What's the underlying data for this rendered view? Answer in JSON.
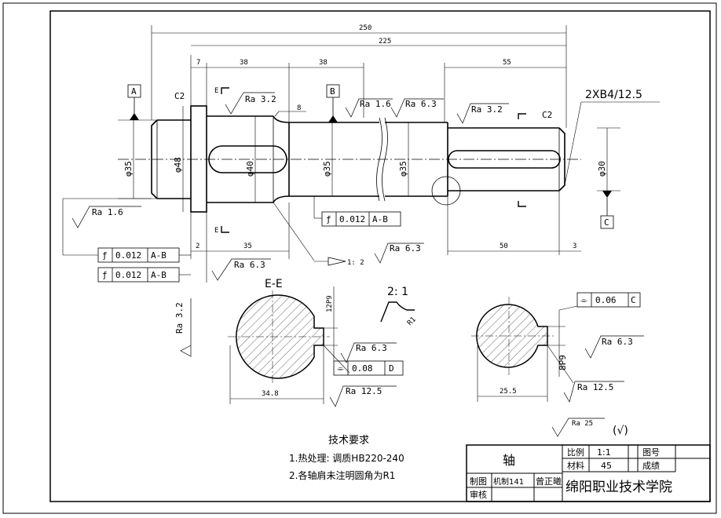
{
  "dims": {
    "d250": "250",
    "d225": "225",
    "d7": "7",
    "d38a": "38",
    "d38b": "38",
    "d55": "55",
    "d8": "8",
    "d35": "35",
    "d2": "2",
    "d50": "50",
    "d3": "3",
    "d34_8": "34.8",
    "d25_5": "25.5",
    "d12p9": "12P9",
    "d8p9": "8P9"
  },
  "diameters": {
    "phi35_left": "φ35",
    "phi48": "φ48",
    "phi40": "φ40",
    "phi35_mid": "φ35",
    "phi35_right": "φ35",
    "phi30": "φ30"
  },
  "chamfers": {
    "c2_left": "C2",
    "c2_right": "C2"
  },
  "center_hole": "2XB4/12.5",
  "datums": {
    "a": "A",
    "b": "B",
    "c": "C",
    "d": "D"
  },
  "section": {
    "e_title": "E-E",
    "e_mark_top": "E",
    "e_mark_bottom": "E",
    "scale_label": "2: 1"
  },
  "roughness": {
    "ra32_a": "Ra 3.2",
    "ra16_a": "Ra 1.6",
    "ra63_a": "Ra 6.3",
    "ra32_b": "Ra 3.2",
    "ra16_b": "Ra 1.6",
    "ra63_b": "Ra 6.3",
    "ra63_c": "Ra 6.3",
    "ra32_vert": "Ra 3.2",
    "ra63_d": "Ra 6.3",
    "ra125_a": "Ra 12.5",
    "ra63_e": "Ra 6.3",
    "ra125_b": "Ra 12.5",
    "ra25": "Ra 25",
    "other_mark": "(√)"
  },
  "tolerances": {
    "runout_mid": {
      "symbol": "ƒ",
      "value": "0.012",
      "datum": "A-B"
    },
    "runout_left1": {
      "symbol": "ƒ",
      "value": "0.012",
      "datum": "A-B"
    },
    "runout_left2": {
      "symbol": "ƒ",
      "value": "0.012",
      "datum": "A-B"
    },
    "sym_d": {
      "symbol": "⌯",
      "value": "0.08",
      "datum": "D"
    },
    "sym_c": {
      "symbol": "⌯",
      "value": "0.06",
      "datum": "C"
    }
  },
  "taper_label": "1: 2",
  "tech_req": {
    "title": "技术要求",
    "line1": "1.热处理: 调质HB220-240",
    "line2": "2.各轴肩未注明圆角为R1"
  },
  "title_block": {
    "part_name": "轴",
    "scale_label": "比例",
    "scale_value": "1:1",
    "drawing_no_label": "图号",
    "material_label": "材料",
    "material_value": "45",
    "grade_label": "成绩",
    "drawn_label": "制图",
    "drawn_class": "机制141",
    "drawn_name": "曾正曦",
    "checked_label": "审核",
    "school": "绵阳职业技术学院"
  }
}
